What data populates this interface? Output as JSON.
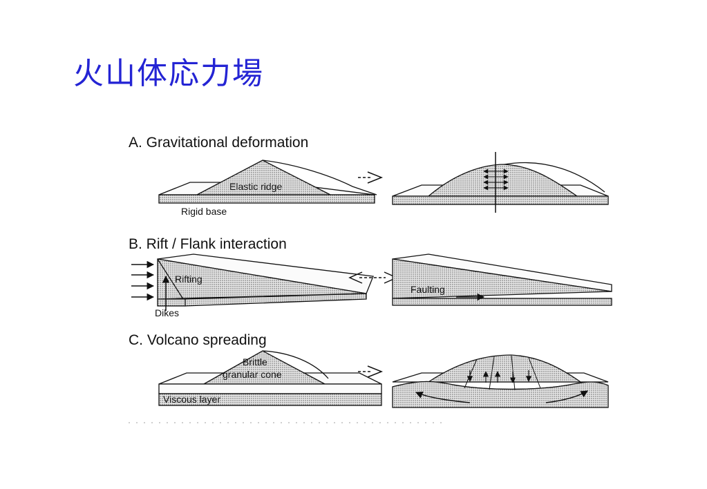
{
  "slide": {
    "title": "火山体応力場"
  },
  "figure": {
    "panel_a": {
      "heading": "A. Gravitational deformation",
      "label_ridge": "Elastic ridge",
      "label_base": "Rigid base"
    },
    "panel_b": {
      "heading": "B. Rift / Flank interaction",
      "label_rifting": "Rifting",
      "label_dikes": "Dikes",
      "label_faulting": "Faulting"
    },
    "panel_c": {
      "heading": "C. Volcano spreading",
      "label_cone_line1": "Brittle",
      "label_cone_line2": "granular cone",
      "label_layer": "Viscous layer"
    }
  }
}
